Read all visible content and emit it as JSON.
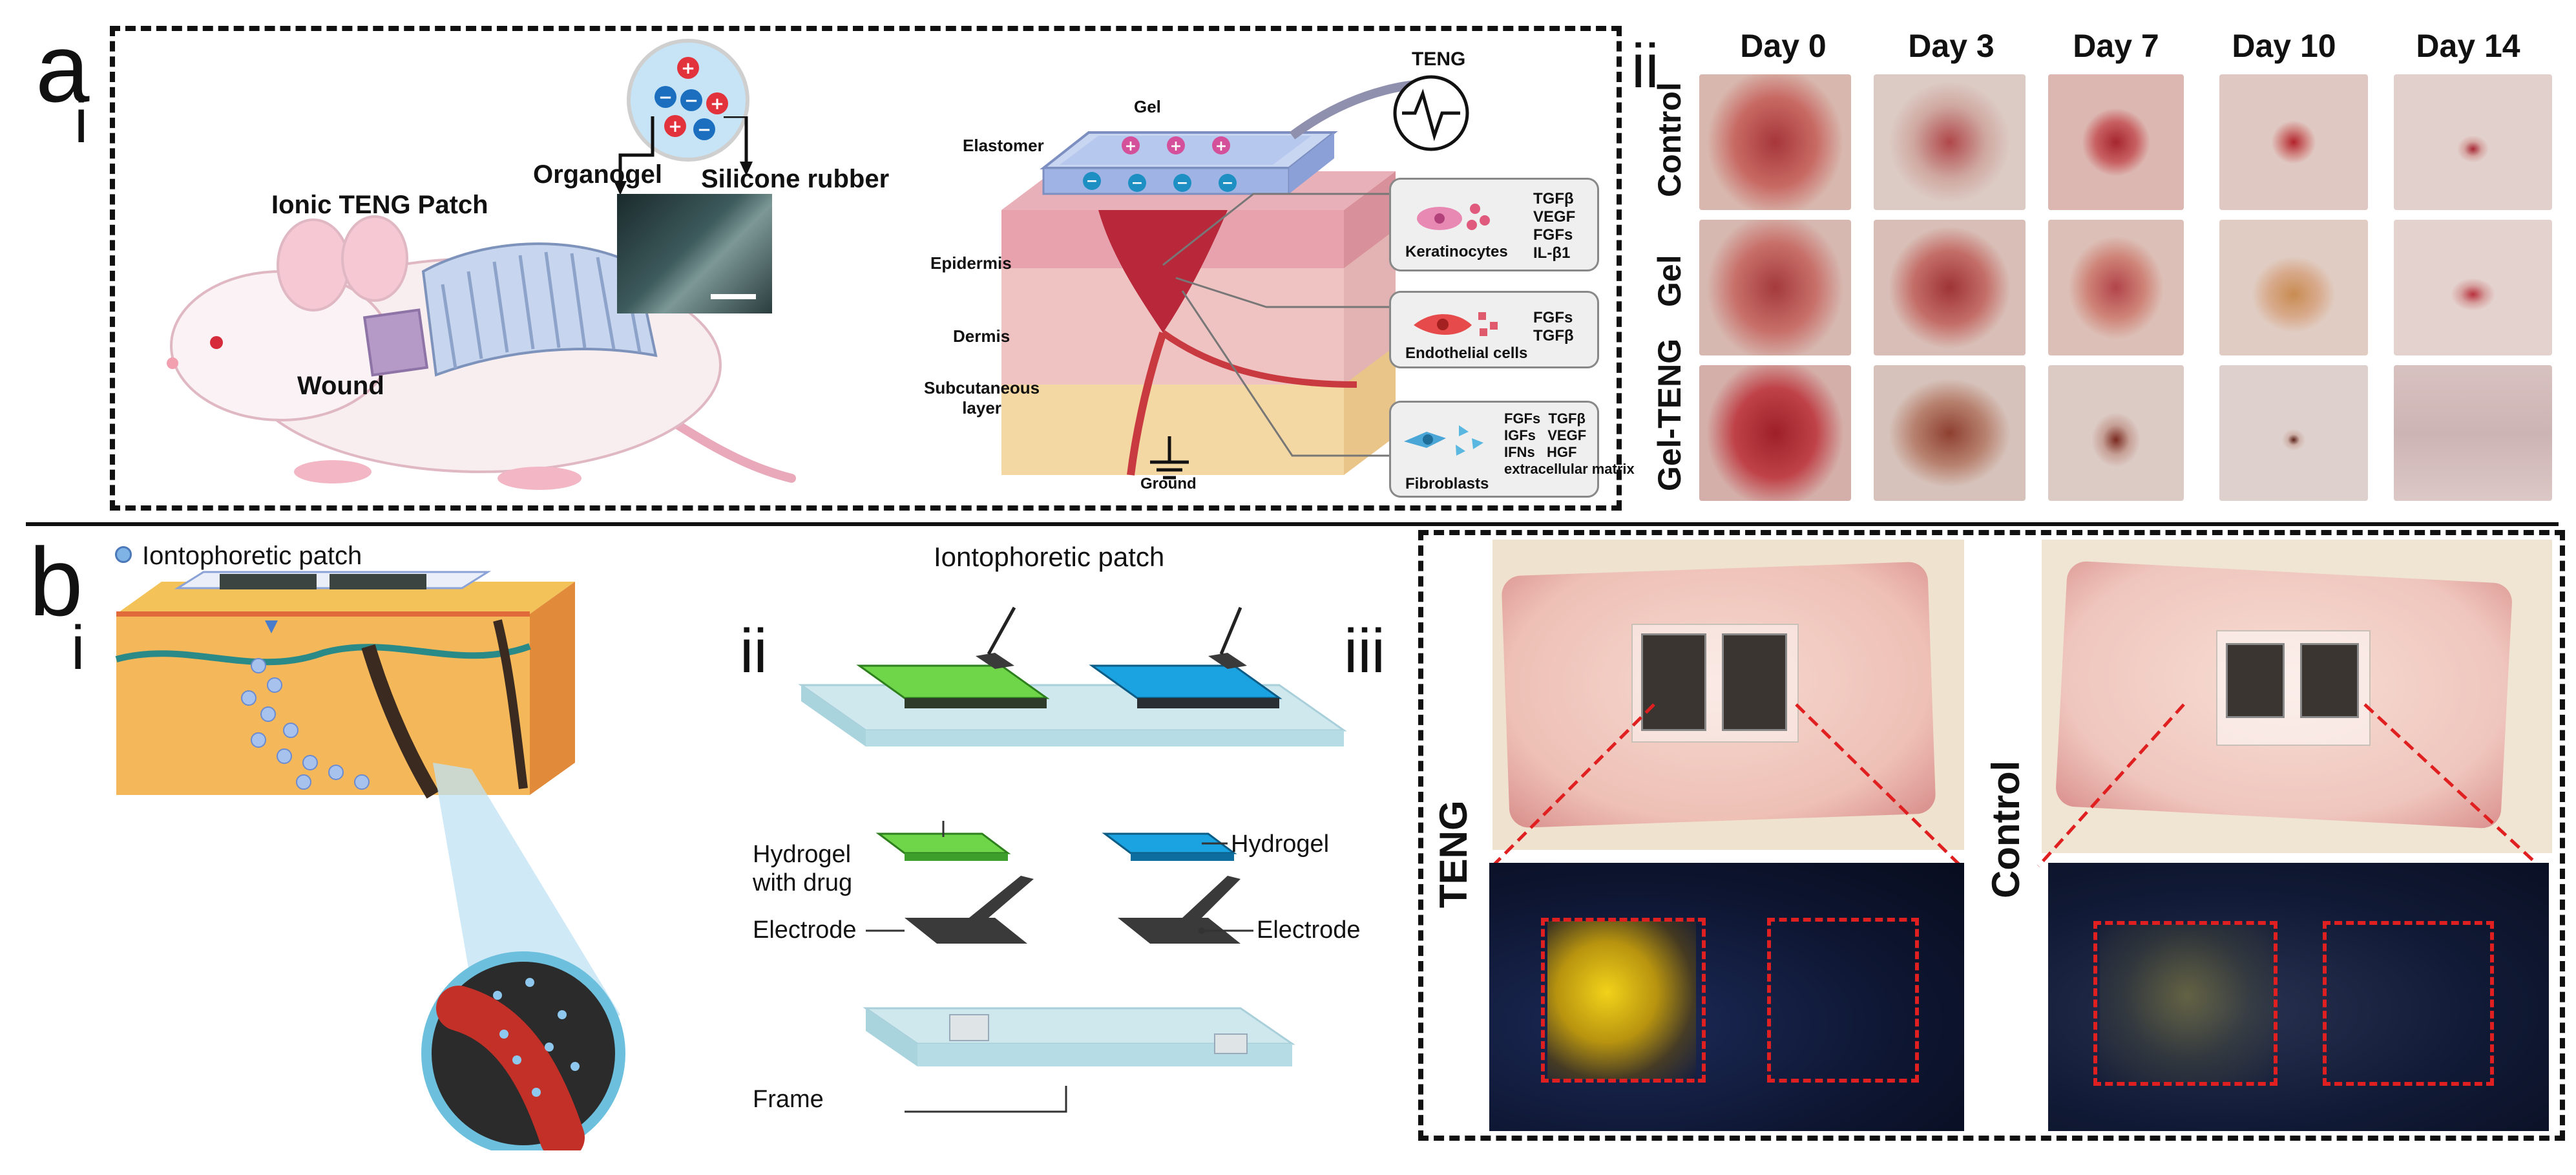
{
  "panel_a": {
    "letter": "a",
    "sub_i": "i",
    "sub_ii": "ii",
    "labels": {
      "patch": "Ionic TENG Patch",
      "wound": "Wound",
      "organogel": "Organogel",
      "silicone": "Silicone rubber",
      "teng": "TENG",
      "gel": "Gel",
      "elastomer": "Elastomer",
      "epidermis": "Epidermis",
      "dermis": "Dermis",
      "subcutaneous": "Subcutaneous\nlayer",
      "ground": "Ground"
    },
    "cells": [
      {
        "name": "Keratinocytes",
        "factors": "TGFβ\nVEGF\nFGFs\nIL-β1"
      },
      {
        "name": "Endothelial cells",
        "factors": "FGFs\nTGFβ"
      },
      {
        "name": "Fibroblasts",
        "factors": "FGFs  TGFβ\nIGFs   VEGF\nIFNs   HGF\nextracellular matrix"
      }
    ],
    "days": [
      "Day 0",
      "Day 3",
      "Day 7",
      "Day 10",
      "Day 14"
    ],
    "groups": [
      "Control",
      "Gel",
      "Gel-TENG"
    ]
  },
  "panel_b": {
    "letter": "b",
    "sub_i": "i",
    "sub_ii": "ii",
    "sub_iii": "iii",
    "legend": "Iontophoretic patch",
    "title": "Iontophoretic patch",
    "labels": {
      "hydrogel_drug": "Hydrogel\nwith drug",
      "hydrogel": "Hydrogel",
      "electrode_left": "Electrode",
      "electrode_right": "Electrode",
      "frame": "Frame"
    },
    "photo_labels": {
      "teng": "TENG",
      "control": "Control"
    }
  },
  "colors": {
    "green_gel": "#55c93a",
    "blue_gel": "#1ea7e6",
    "electrode": "#3a3a3a",
    "dash_red": "#e02020",
    "fluor_bg": "#0d1530",
    "fluor_yellow": "#f2d21a"
  }
}
